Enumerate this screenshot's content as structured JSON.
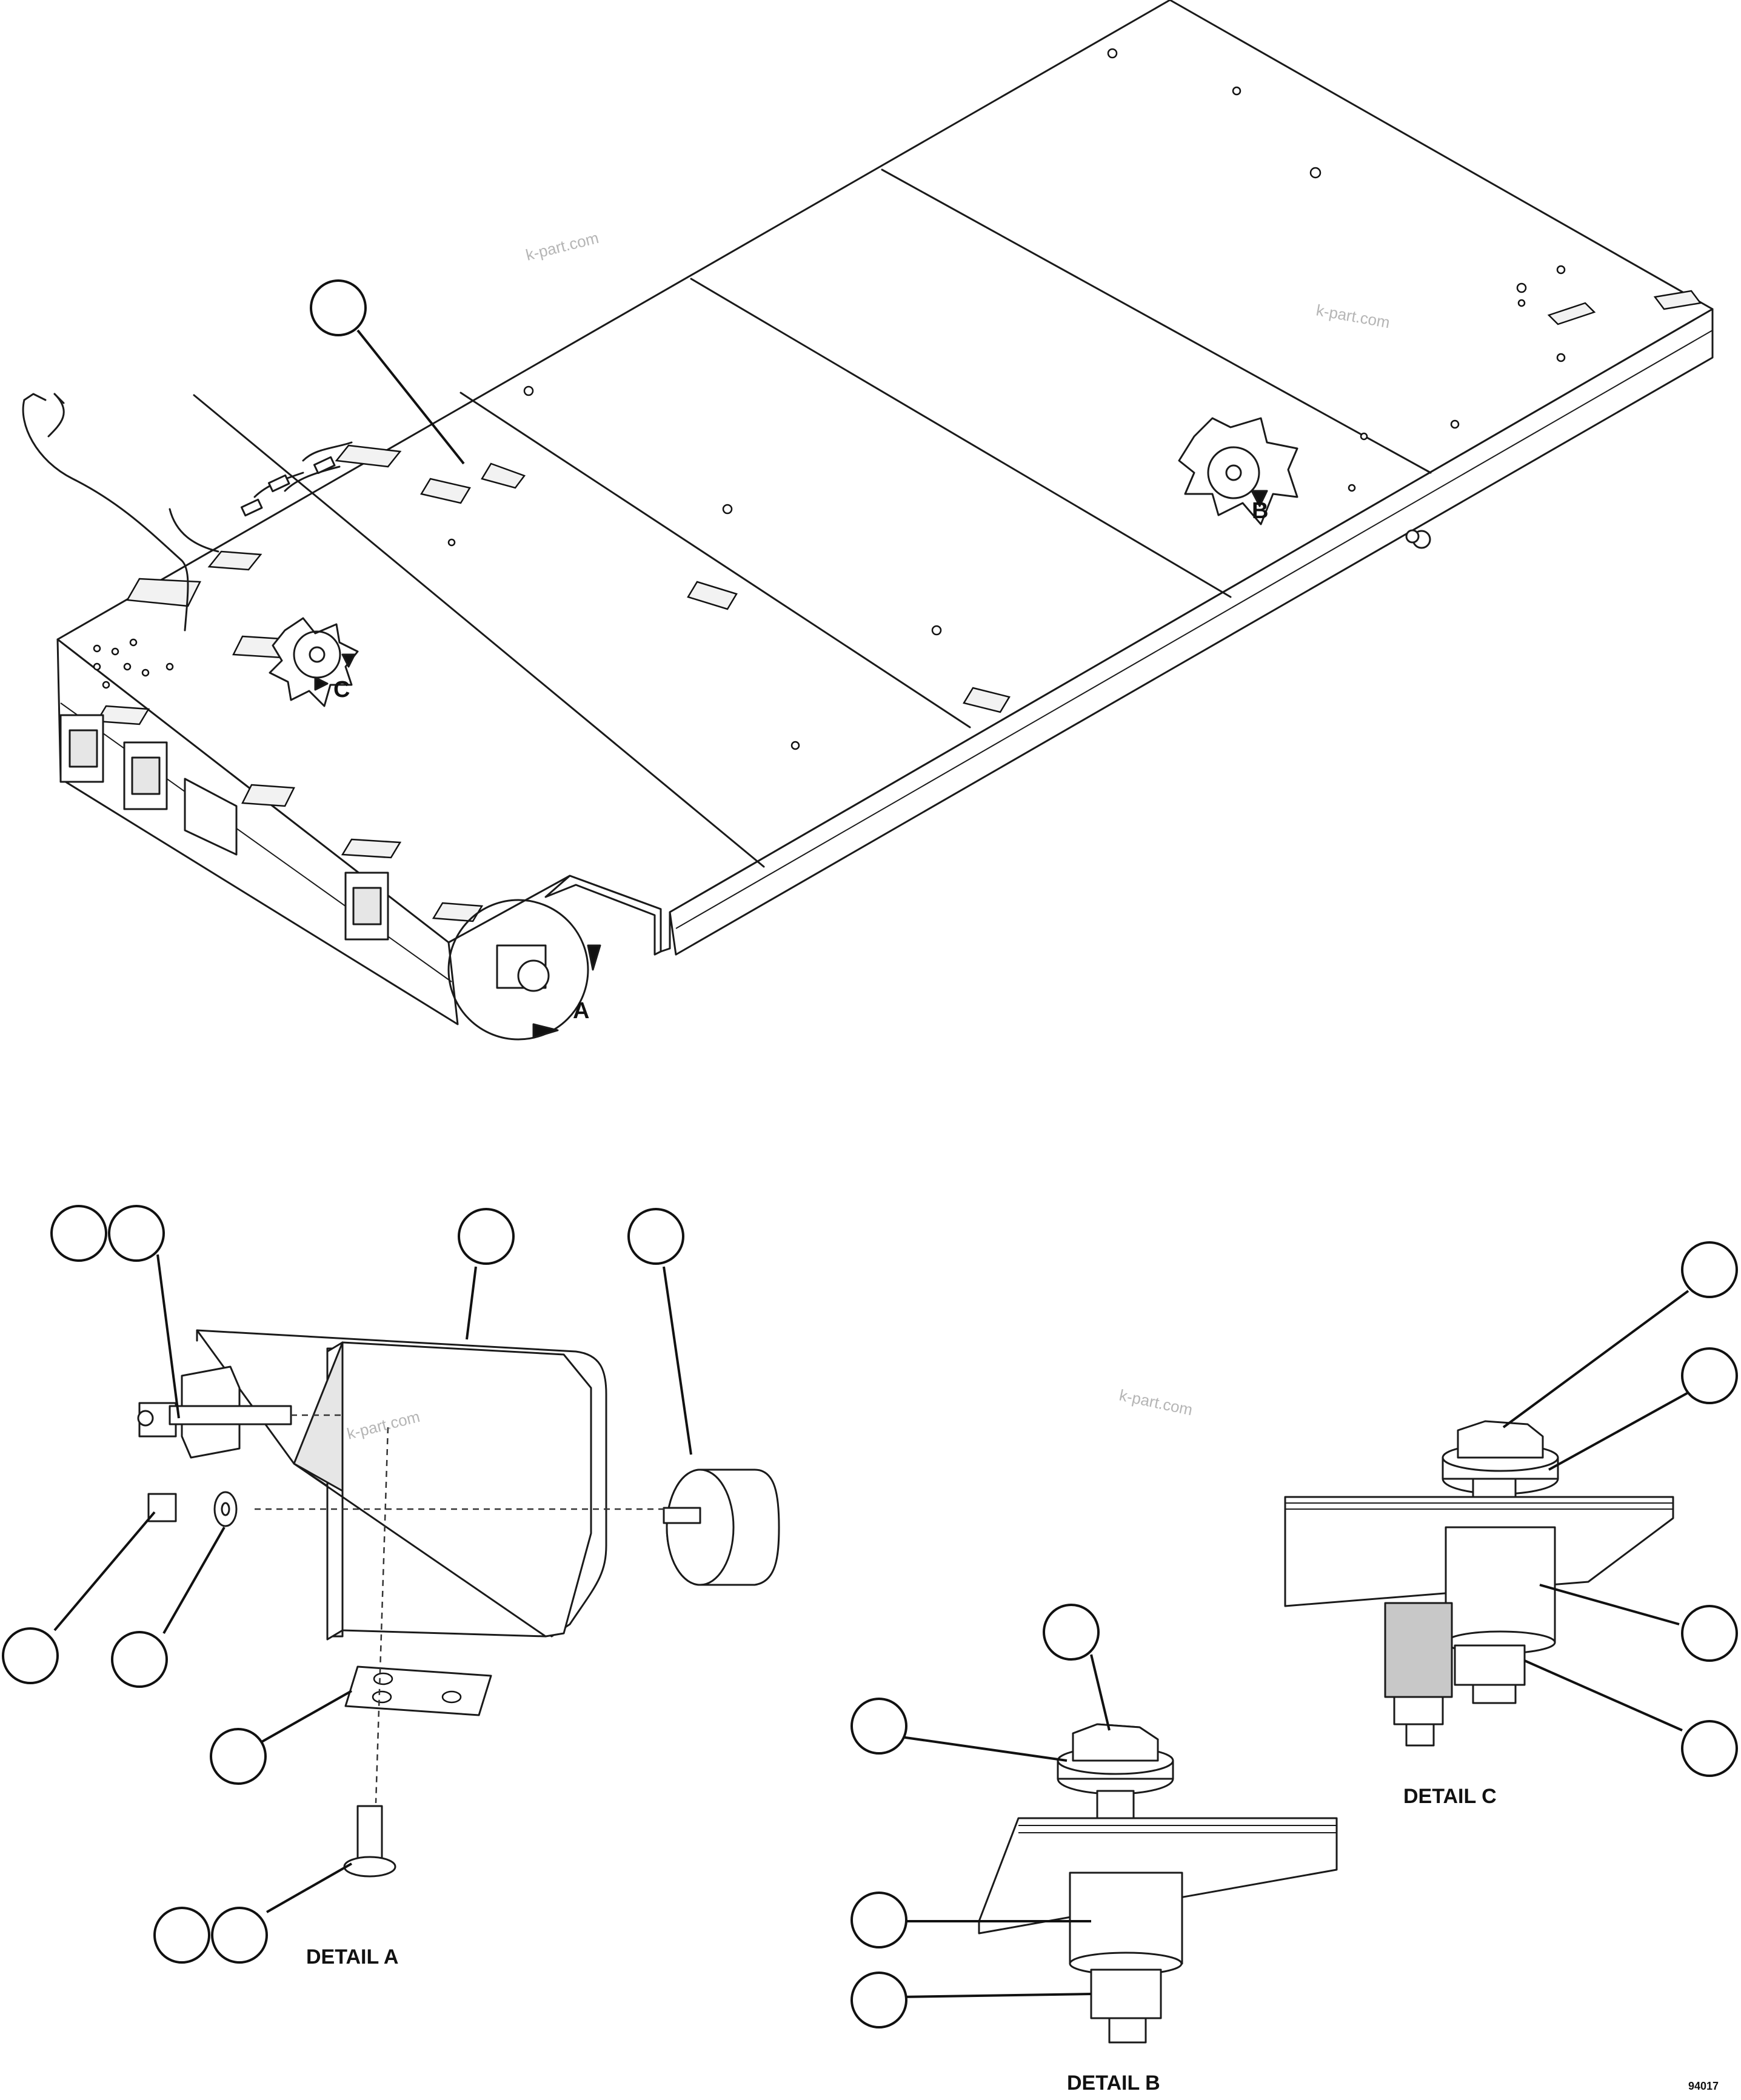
{
  "drawing": {
    "watermark_text": "k-part.com",
    "detail_labels": {
      "a": "DETAIL A",
      "b": "DETAIL B",
      "c": "DETAIL C"
    },
    "view_markers": {
      "a": "A",
      "b": "B",
      "c": "C"
    },
    "drawing_number": "94017"
  },
  "colors": {
    "line": "#1a1a1a",
    "background": "#ffffff",
    "watermark": "#b5b5b5"
  }
}
